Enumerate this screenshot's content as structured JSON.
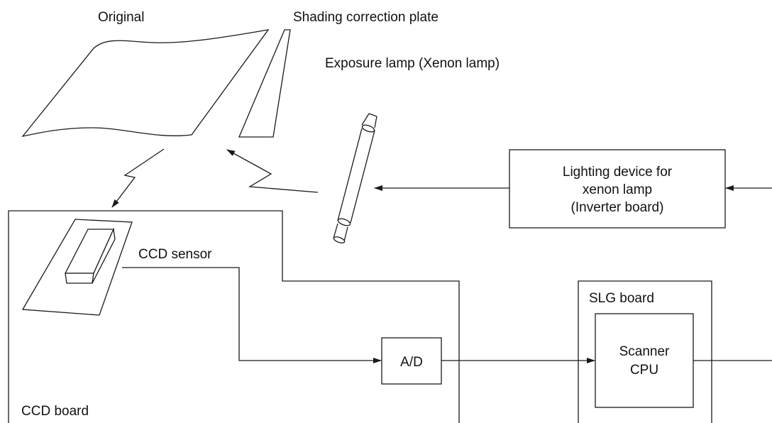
{
  "diagram": {
    "original_label": "Original",
    "shading_plate_label": "Shading correction plate",
    "exposure_lamp_label": "Exposure lamp (Xenon lamp)",
    "inverter_box": {
      "line1": "Lighting device for",
      "line2": "xenon lamp",
      "line3": "(Inverter board)"
    },
    "ccd_sensor_label": "CCD sensor",
    "ccd_board_label": "CCD board",
    "ad_label": "A/D",
    "slg_board_label": "SLG board",
    "scanner_cpu": {
      "line1": "Scanner",
      "line2": "CPU"
    }
  }
}
